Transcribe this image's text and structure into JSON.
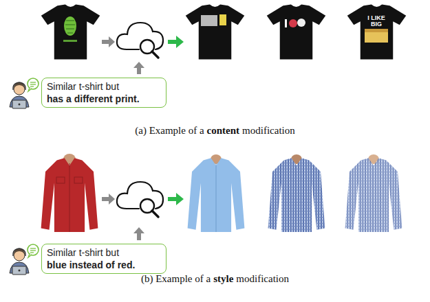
{
  "diagram": {
    "nodes": [
      {
        "text": [
          "Similar t-shirt but",
          "has a different print."
        ]
      },
      {
        "text": [
          "Similar t-shirt but",
          "blue instead of red."
        ]
      }
    ],
    "labels": [
      "I LIKE BIG",
      "(a) Example of a",
      "content",
      "modification",
      "(b) Example of a",
      "style",
      "modification"
    ]
  }
}
